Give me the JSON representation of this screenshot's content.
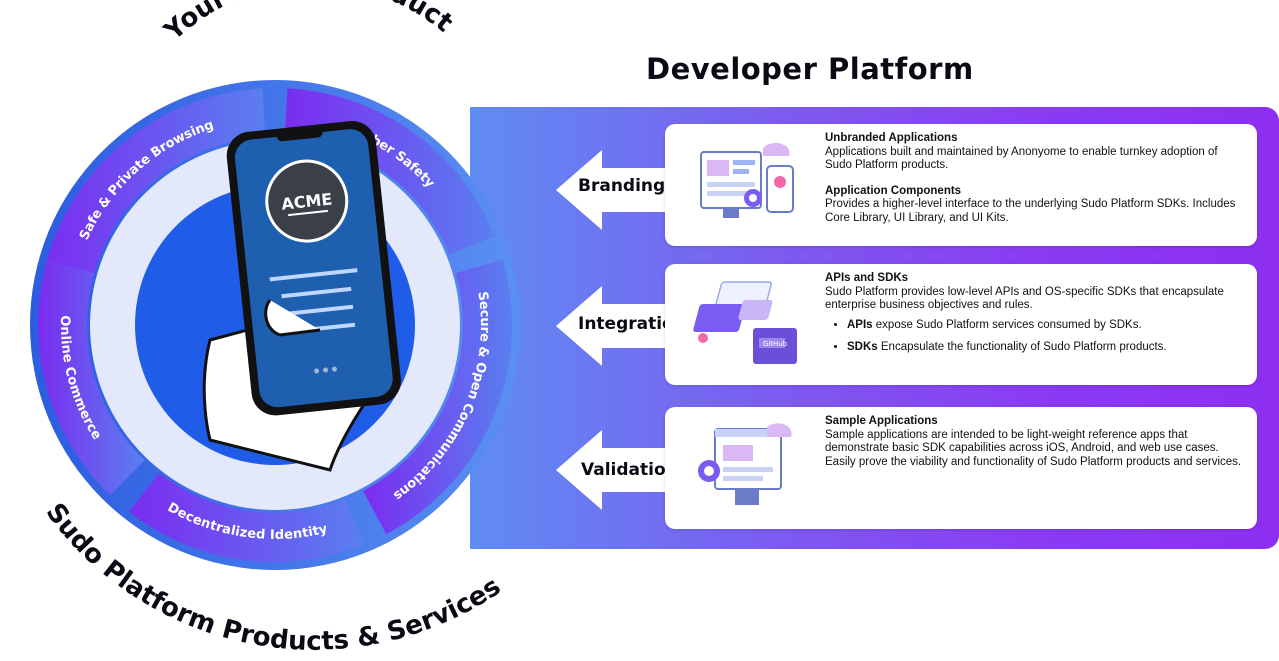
{
  "diagram": {
    "top_arc_title": "Your App or Product",
    "bottom_arc_title": "Sudo Platform Products & Services",
    "phone_brand": "ACME",
    "segments": [
      {
        "label": "Safe & Private Browsing"
      },
      {
        "label": "Cyber Safety"
      },
      {
        "label": "Secure & Open Communications"
      },
      {
        "label": "Decentralized Identity"
      },
      {
        "label": "Online Commerce"
      }
    ]
  },
  "platform": {
    "title": "Developer Platform",
    "stages": [
      {
        "arrow_label": "Branding",
        "illustration": "app-design-icon",
        "blocks": [
          {
            "heading": "Unbranded Applications",
            "body": "Applications built and maintained by Anonyome to enable turnkey adoption of Sudo Platform products."
          },
          {
            "heading": "Application Components",
            "body": "Provides a higher-level interface to the underlying Sudo Platform SDKs. Includes Core Library, UI Library, and UI Kits."
          }
        ]
      },
      {
        "arrow_label": "Integration",
        "illustration": "api-github-icon",
        "heading": "APIs and SDKs",
        "body": "Sudo Platform provides low-level APIs and OS-specific SDKs that encapsulate enterprise business objectives and rules.",
        "bullets": [
          {
            "bold": "APIs",
            "text": " expose Sudo Platform services consumed by SDKs."
          },
          {
            "bold": "SDKs",
            "text": " Encapsulate the functionality of Sudo Platform products."
          }
        ]
      },
      {
        "arrow_label": "Validation",
        "illustration": "sample-app-icon",
        "heading": "Sample Applications",
        "body": "Sample applications are intended to be light-weight reference apps that demonstrate basic SDK capabilities across iOS, Android, and web use cases. Easily prove the viability and functionality of Sudo Platform products and services."
      }
    ]
  },
  "colors": {
    "blue": "#2f62e8",
    "purple": "#7b2cf0",
    "light": "#e3e8fb"
  }
}
